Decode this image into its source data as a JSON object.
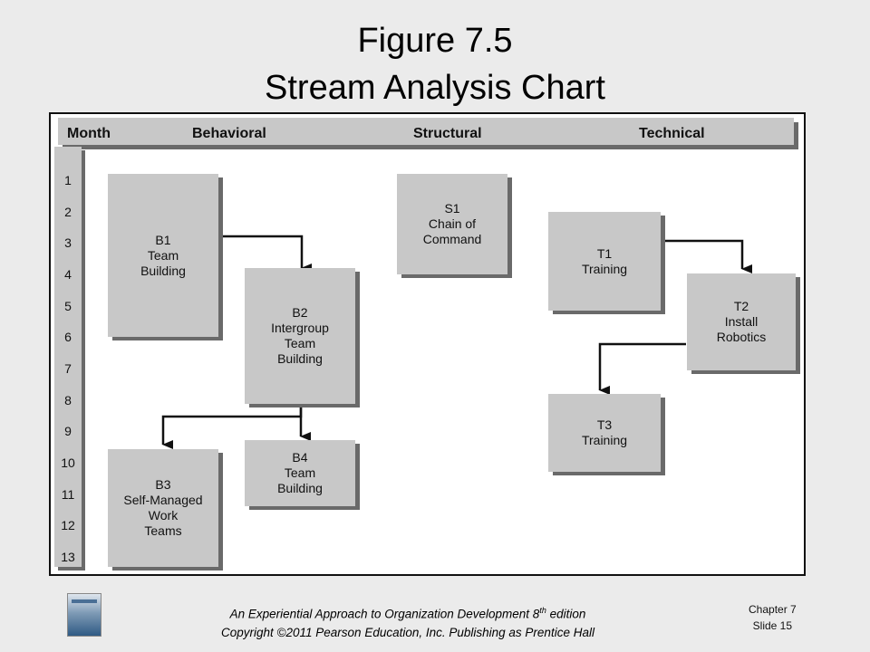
{
  "slide": {
    "title_line1": "Figure 7.5",
    "title_line2": "Stream Analysis Chart"
  },
  "diagram": {
    "headers": {
      "month": "Month",
      "behavioral": "Behavioral",
      "structural": "Structural",
      "technical": "Technical"
    },
    "months": [
      "1",
      "2",
      "3",
      "4",
      "5",
      "6",
      "7",
      "8",
      "9",
      "10",
      "11",
      "12",
      "13"
    ],
    "boxes": {
      "b1": "B1\nTeam\nBuilding",
      "b2": "B2\nIntergroup\nTeam\nBuilding",
      "b3": "B3\nSelf-Managed\nWork\nTeams",
      "b4": "B4\nTeam\nBuilding",
      "s1": "S1\nChain of\nCommand",
      "t1": "T1\nTraining",
      "t2": "T2\nInstall\nRobotics",
      "t3": "T3\nTraining"
    },
    "arrows": [
      {
        "from": "B1",
        "to": "B2"
      },
      {
        "from": "B2",
        "to": "B3"
      },
      {
        "from": "B2",
        "to": "B4"
      },
      {
        "from": "T1",
        "to": "T2"
      },
      {
        "from": "T2",
        "to": "T3"
      }
    ],
    "colors": {
      "box_fill": "#c8c8c8",
      "box_shadow": "#6a6a6a",
      "frame_border": "#111111"
    }
  },
  "footer": {
    "line1_prefix": "An Experiential Approach to Organization Development 8",
    "line1_sup": "th",
    "line1_suffix": " edition",
    "line2": "Copyright ©2011 Pearson Education, Inc. Publishing as Prentice Hall",
    "chapter": "Chapter 7",
    "slide": "Slide 15",
    "logo_icon": "book-cover-icon"
  }
}
